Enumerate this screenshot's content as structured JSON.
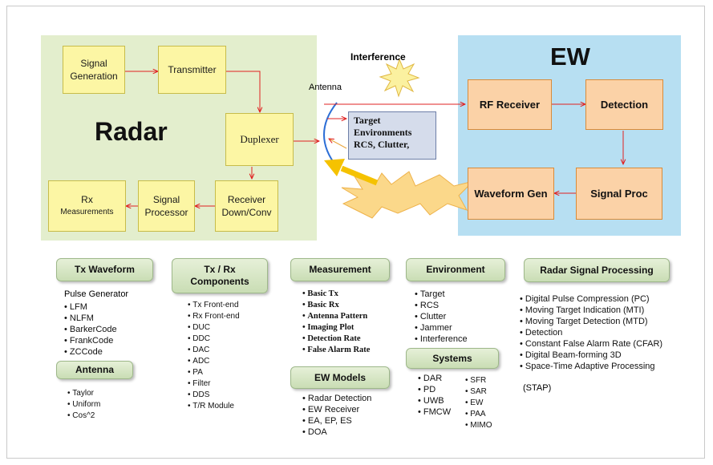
{
  "radar": {
    "title": "Radar",
    "blocks": {
      "signal_generation": "Signal\nGeneration",
      "transmitter": "Transmitter",
      "duplexer": "Duplexer",
      "receiver": "Receiver\nDown/Conv",
      "signal_processor": "Signal\nProcessor",
      "rx_measurements_1": "Rx",
      "rx_measurements_2": "Measurements"
    }
  },
  "ew": {
    "title": "EW",
    "blocks": {
      "rf_receiver": "RF Receiver",
      "detection": "Detection",
      "signal_proc": "Signal Proc",
      "waveform_gen": "Waveform Gen"
    }
  },
  "labels": {
    "interference": "Interference",
    "antenna": "Antenna",
    "target_env": [
      "Target",
      "Environments",
      "RCS, Clutter,"
    ]
  },
  "categories": {
    "tx_waveform": {
      "title": "Tx Waveform",
      "intro": "Pulse Generator",
      "items": [
        "LFM",
        "NLFM",
        "BarkerCode",
        "FrankCode",
        "ZCCode"
      ]
    },
    "antenna": {
      "title": "Antenna",
      "items": [
        "Taylor",
        "Uniform",
        "Cos^2"
      ]
    },
    "txrx": {
      "title": "Tx / Rx\nComponents",
      "items": [
        "Tx Front-end",
        "Rx Front-end",
        "DUC",
        "DDC",
        "DAC",
        "ADC",
        "PA",
        "Filter",
        "DDS",
        "T/R Module"
      ]
    },
    "measurement": {
      "title": "Measurement",
      "items": [
        "Basic Tx",
        "Basic Rx",
        "Antenna Pattern",
        "Imaging Plot",
        "Detection Rate",
        "False Alarm Rate"
      ]
    },
    "ew_models": {
      "title": "EW Models",
      "items": [
        "Radar Detection",
        "EW Receiver",
        "EA, EP, ES",
        "DOA"
      ]
    },
    "environment": {
      "title": "Environment",
      "items": [
        "Target",
        "RCS",
        "Clutter",
        "Jammer",
        "Interference"
      ]
    },
    "systems": {
      "title": "Systems",
      "col1": [
        "DAR",
        "PD",
        "UWB",
        "FMCW"
      ],
      "col2": [
        "SFR",
        "SAR",
        "EW",
        "PAA",
        "MIMO"
      ]
    },
    "radar_sp": {
      "title": "Radar Signal Processing",
      "items": [
        "Digital Pulse Compression (PC)",
        "Moving Target Indication (MTI)",
        "Moving Target Detection (MTD)",
        "Detection",
        "Constant False Alarm Rate (CFAR)",
        "Digital Beam-forming 3D",
        "Space-Time Adaptive Processing",
        "(STAP)"
      ]
    }
  }
}
